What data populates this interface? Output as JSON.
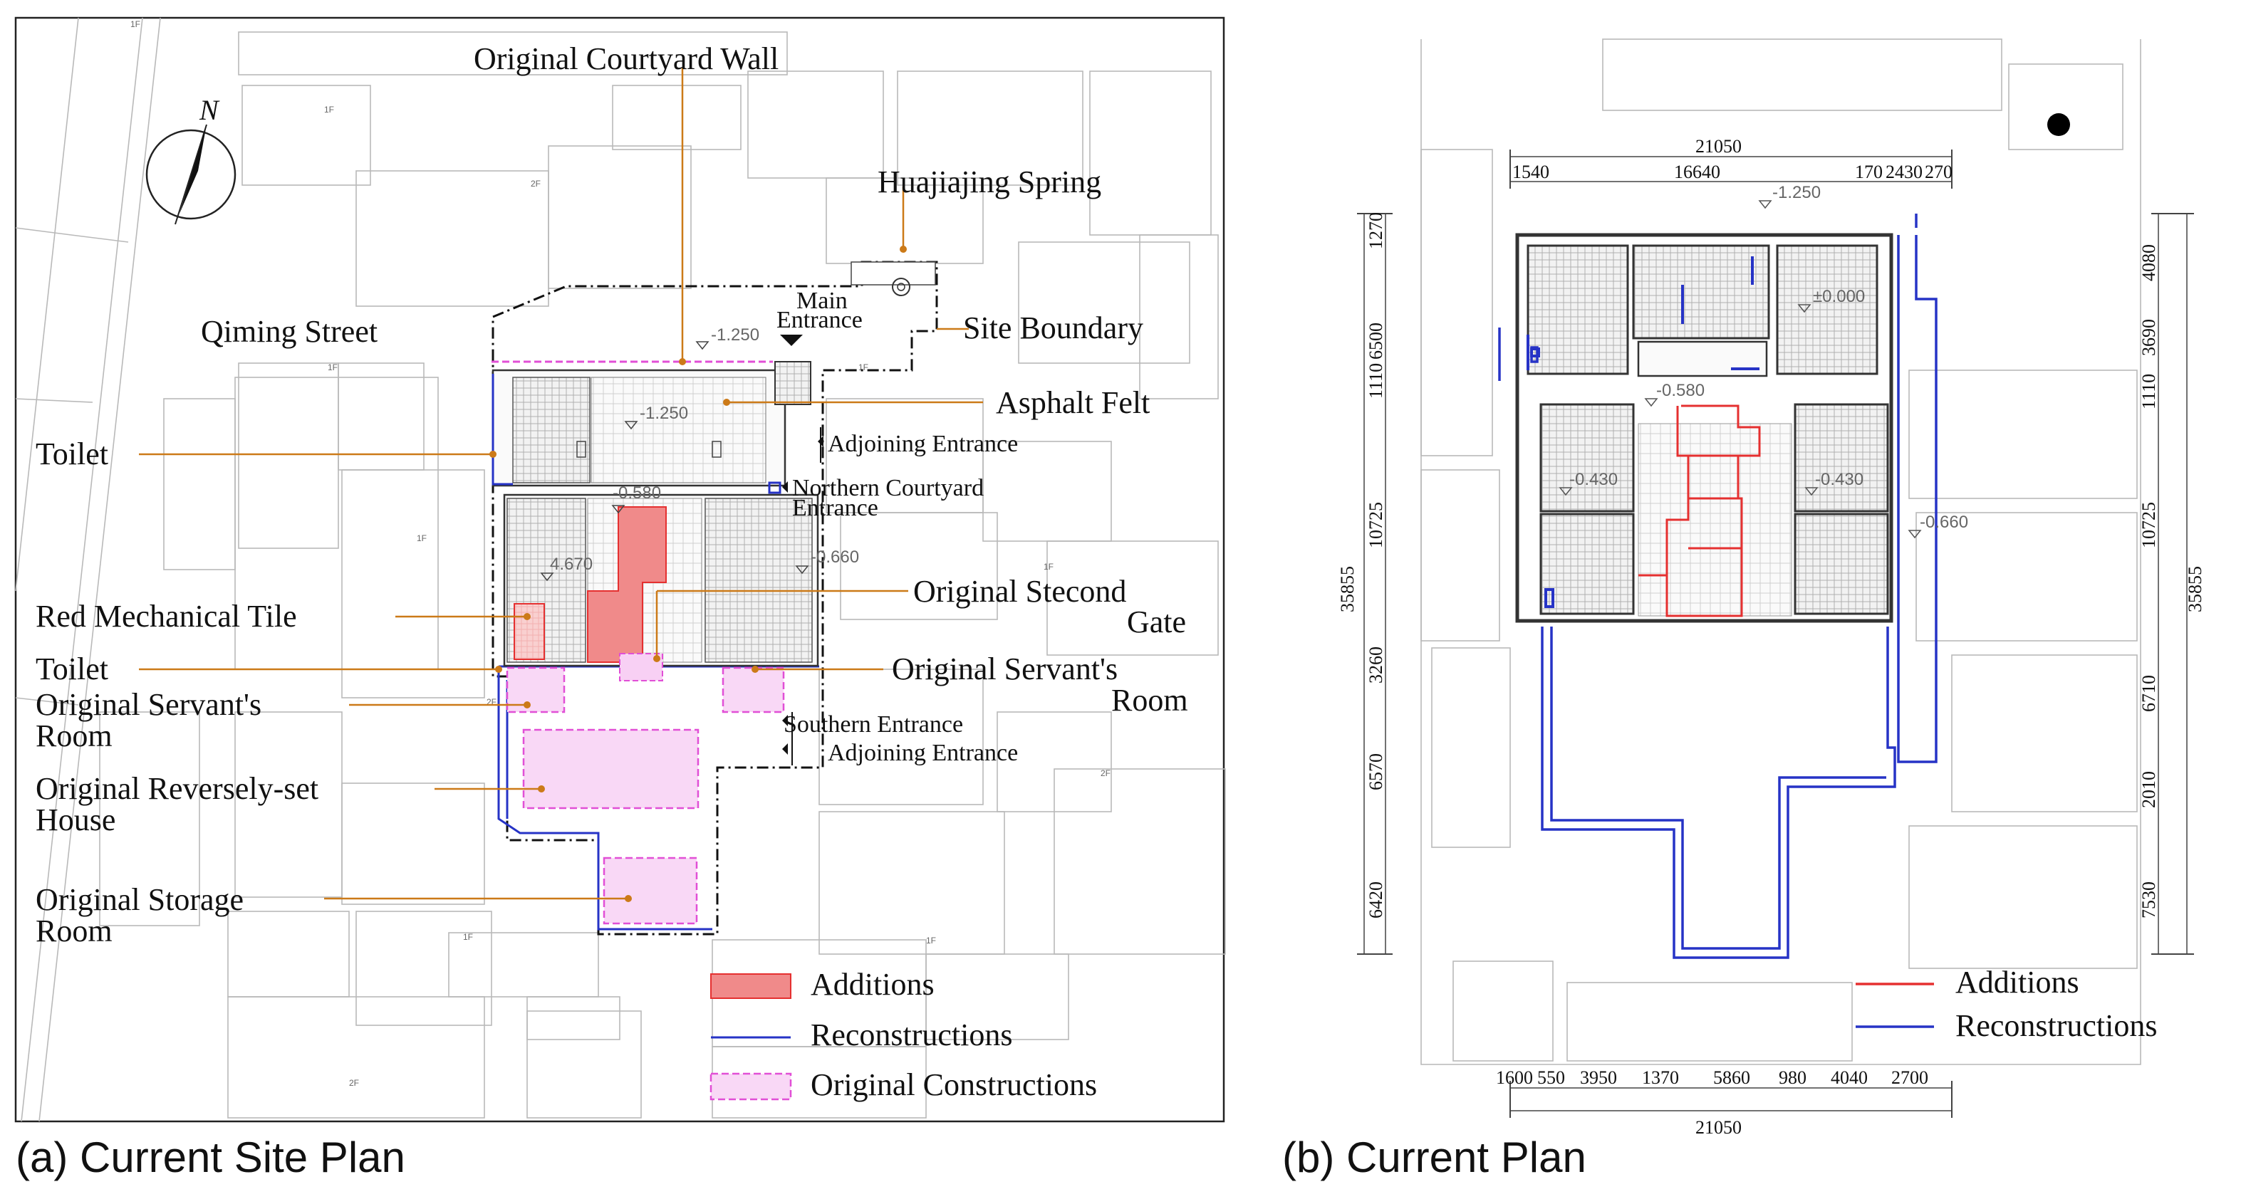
{
  "colors": {
    "additions_fill": "#f08a8a",
    "additions_line": "#e53030",
    "reconstructions": "#2633c6",
    "original_constructions": "#e14fd6",
    "leader": "#cc7a18",
    "boundary": "#111111"
  },
  "panel_a": {
    "caption": "(a) Current Site Plan",
    "north": "N",
    "labels": {
      "courtyard_wall": "Original Courtyard Wall",
      "spring": "Huajiajing Spring",
      "street": "Qiming Street",
      "main_entrance_1": "Main",
      "main_entrance_2": "Entrance",
      "site_boundary": "Site Boundary",
      "asphalt_felt": "Asphalt Felt",
      "adjoining_entrance_n": "Adjoining Entrance",
      "northern_courtyard_1": "Northern Courtyard",
      "northern_courtyard_2": "Entrance",
      "toilet_1": "Toilet",
      "second_gate_1": "Original Stecond",
      "second_gate_2": "Gate",
      "red_tile": "Red Mechanical Tile",
      "toilet_2": "Toilet",
      "servant_room_r1": "Original Servant's",
      "servant_room_r2": "Room",
      "servant_room_l1": "Original Servant's",
      "servant_room_l2": "Room",
      "southern_entrance": "Southern Entrance",
      "adjoining_entrance_s": "Adjoining Entrance",
      "reversely_set_1": "Original Reversely-set",
      "reversely_set_2": "House",
      "storage_1": "Original Storage",
      "storage_2": "Room"
    },
    "elevations": [
      "-1.250",
      "-1.250",
      "-0.580",
      "4.670",
      "-0.660"
    ],
    "floor_tags": [
      "1F",
      "2F"
    ],
    "legend": {
      "additions": "Additions",
      "reconstructions": "Reconstructions",
      "original_constructions": "Original Constructions"
    }
  },
  "panel_b": {
    "caption": "(b) Current Plan",
    "elevations": [
      "-1.250",
      "±0.000",
      "-0.580",
      "-0.430",
      "-0.430",
      "-0.660"
    ],
    "top_total": "21050",
    "top_dims": [
      "1540",
      "16640",
      "170",
      "2430",
      "270"
    ],
    "bottom_total": "21050",
    "bottom_dims": [
      "1600",
      "550",
      "3950",
      "1370",
      "5860",
      "980",
      "4040",
      "2700"
    ],
    "left_total": "35855",
    "left_dims": [
      "1270",
      "6500",
      "1110",
      "10725",
      "3260",
      "6570",
      "6420"
    ],
    "right_total": "35855",
    "right_dims": [
      "4080",
      "3690",
      "1110",
      "10725",
      "6710",
      "2010",
      "7530"
    ],
    "legend": {
      "additions": "Additions",
      "reconstructions": "Reconstructions"
    }
  }
}
